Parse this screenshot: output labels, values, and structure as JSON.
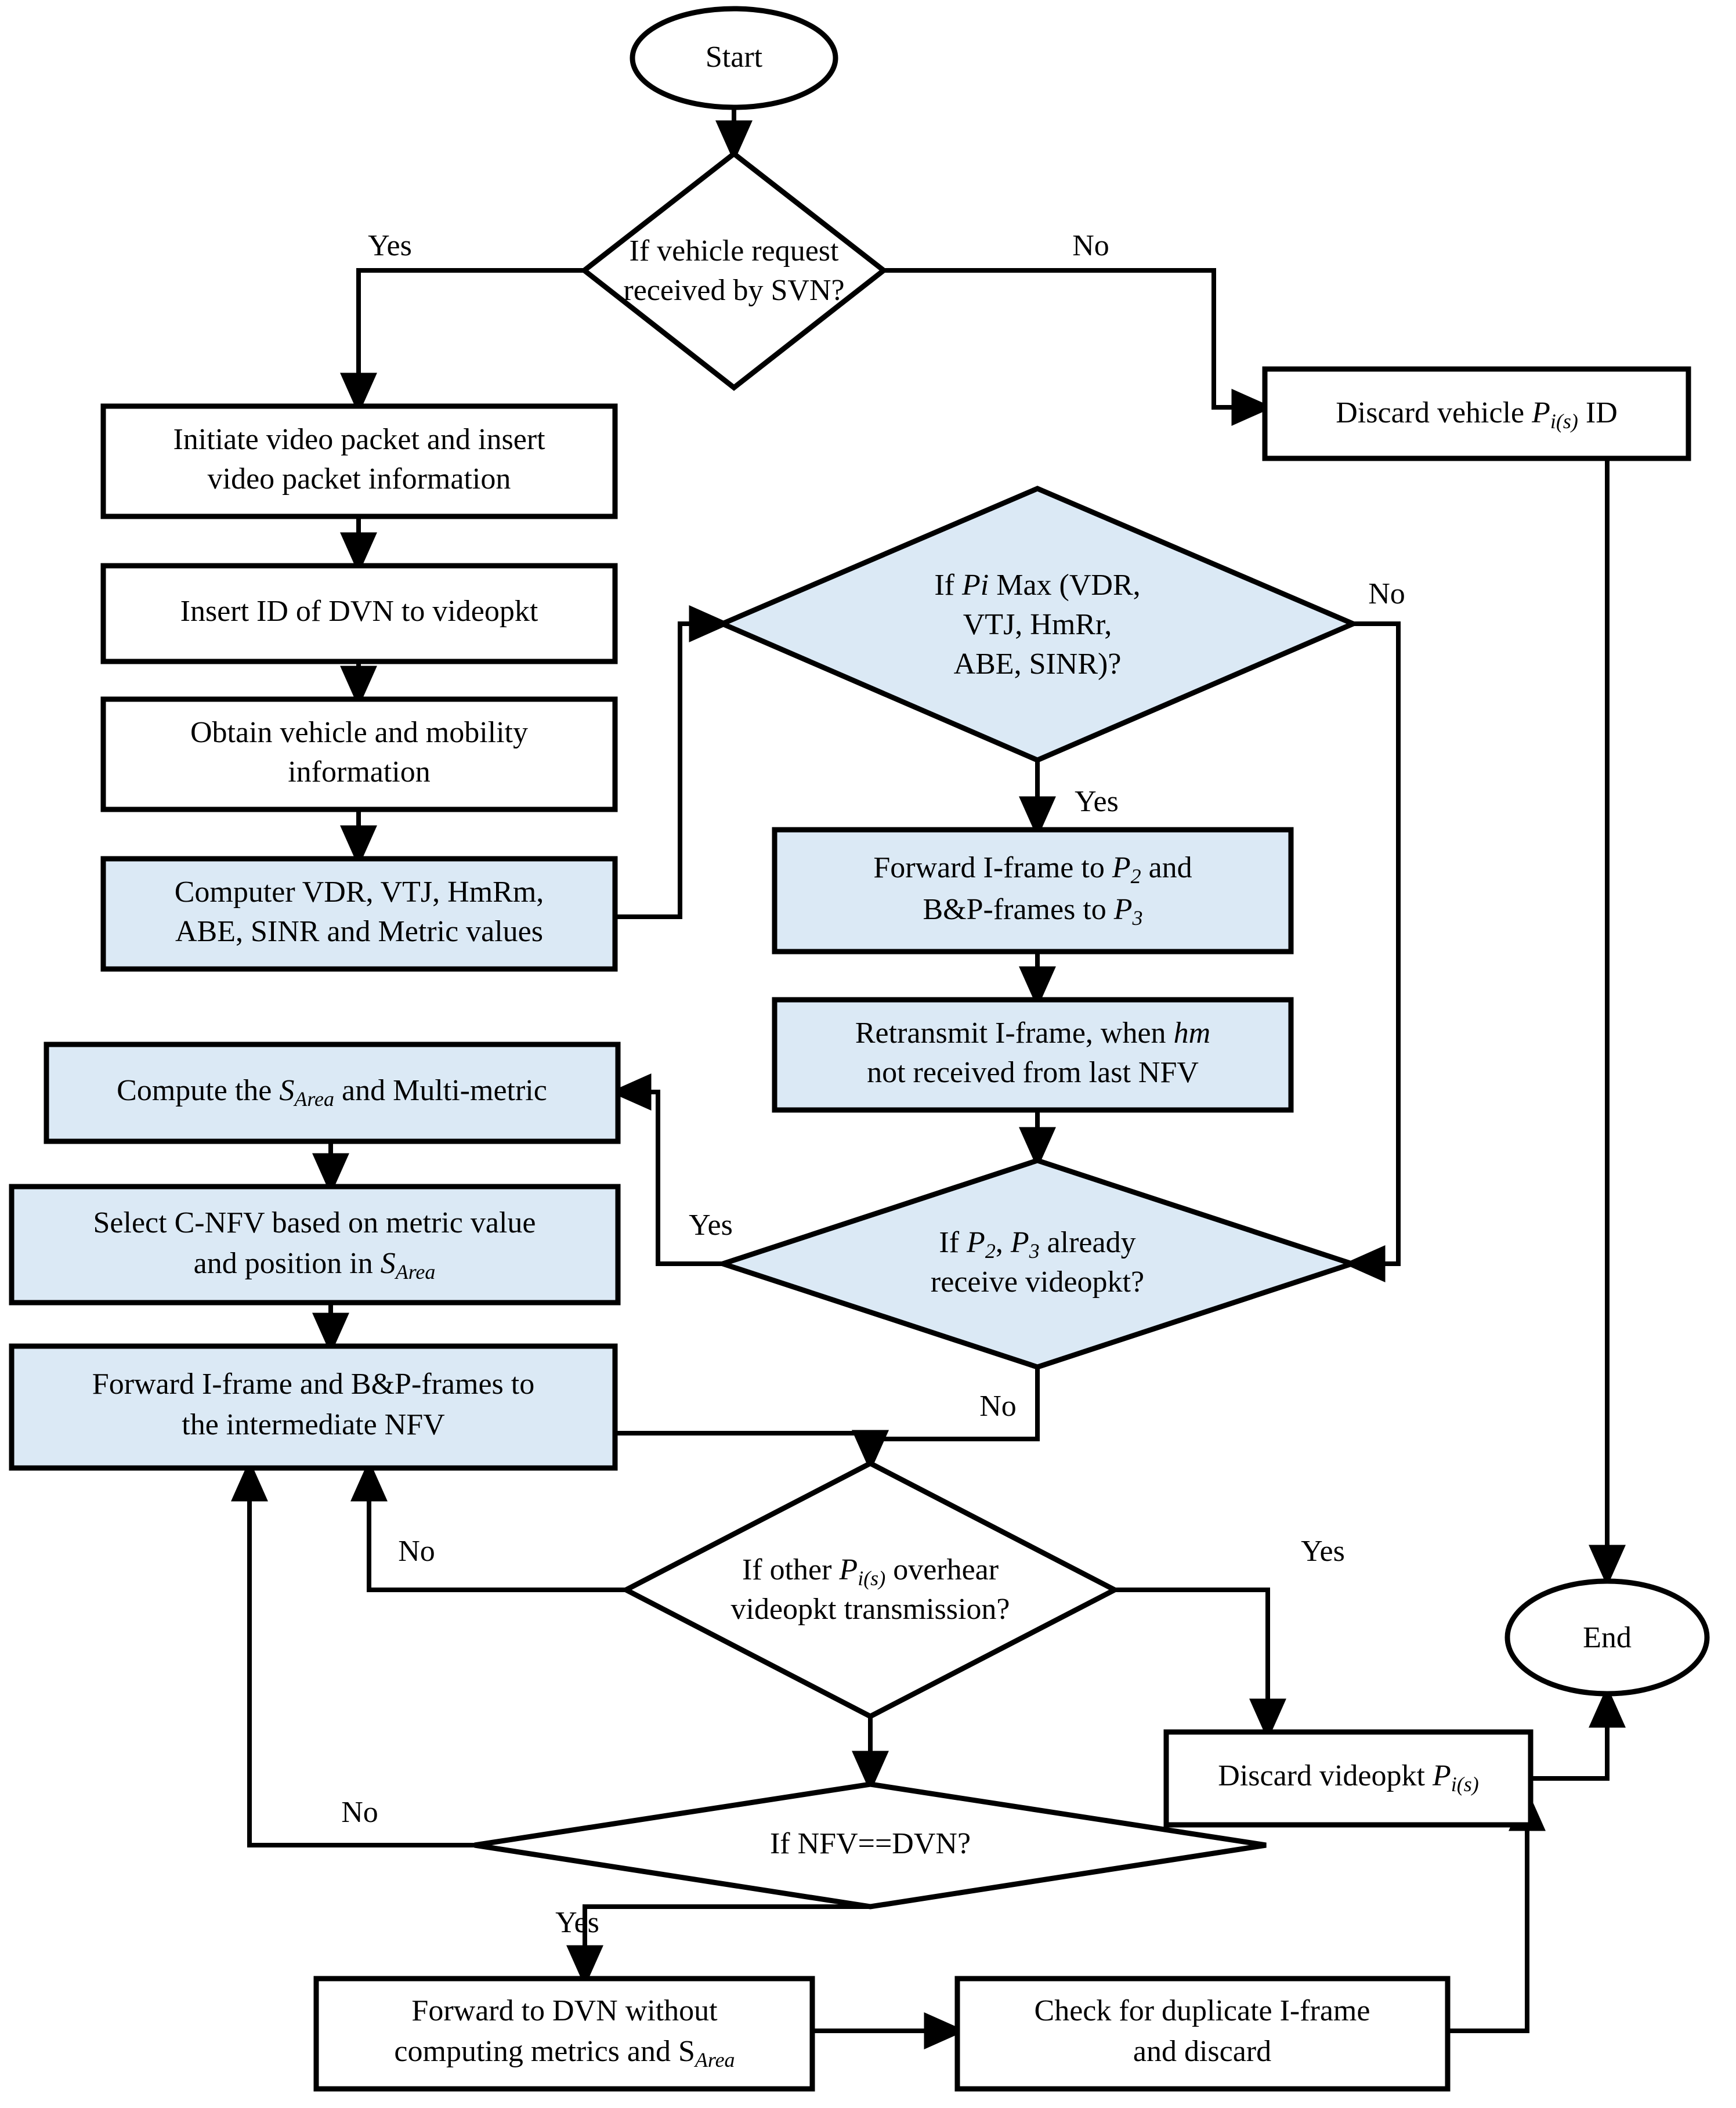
{
  "diagram": {
    "title": "Video packet forwarding flowchart",
    "colors": {
      "process_fill": "#FFFFFF",
      "highlight_fill": "#DBE9F5",
      "stroke": "#000000",
      "background": "#FFFFFF"
    },
    "nodes": {
      "start": {
        "type": "terminator",
        "label": "Start"
      },
      "d_request": {
        "type": "decision",
        "line1": "If vehicle request",
        "line2": "received by SVN?"
      },
      "discard_id": {
        "type": "process",
        "line1_a": "Discard vehicle ",
        "line1_i": "P",
        "line1_sub": "i(s)",
        "line1_b": " ID"
      },
      "initiate": {
        "type": "process",
        "line1": "Initiate video packet and insert",
        "line2": "video packet information"
      },
      "insert_id": {
        "type": "process",
        "line1": "Insert ID of DVN to videopkt"
      },
      "obtain": {
        "type": "process",
        "line1": "Obtain vehicle and mobility",
        "line2": "information"
      },
      "computer_metrics": {
        "type": "process",
        "highlight": true,
        "line1": "Computer VDR, VTJ, HmRm,",
        "line2": "ABE, SINR and Metric values"
      },
      "d_pimax": {
        "type": "decision",
        "highlight": true,
        "line1_a": "If ",
        "line1_i": "Pi",
        "line1_b": " Max (VDR,",
        "line2": "VTJ, HmRr,",
        "line3": "ABE, SINR)?"
      },
      "forward_frames_p2": {
        "type": "process",
        "highlight": true,
        "line1_a": "Forward I-frame to ",
        "line1_i": "P",
        "line1_sub": "2",
        "line1_b": " and",
        "line2_a": "B&P-frames to ",
        "line2_i": "P",
        "line2_sub": "3"
      },
      "retransmit": {
        "type": "process",
        "highlight": true,
        "line1_a": "Retransmit I-frame, when ",
        "line1_i": "hm",
        "line2": "not received from last NFV"
      },
      "d_p2p3": {
        "type": "decision",
        "highlight": true,
        "line1_a": "If ",
        "line1_i1": "P",
        "line1_s1": "2",
        "line1_mid": ",  ",
        "line1_i2": "P",
        "line1_s2": "3",
        "line1_b": " already",
        "line2": "receive videopkt?"
      },
      "compute_sarea": {
        "type": "process",
        "highlight": true,
        "line1_a": "Compute the ",
        "line1_i": "S",
        "line1_sub": "Area",
        "line1_b": " and Multi-metric"
      },
      "select_cnfv": {
        "type": "process",
        "highlight": true,
        "line1": "Select C-NFV based on metric value",
        "line2_a": "and position in ",
        "line2_i": "S",
        "line2_sub": "Area"
      },
      "forward_intermediate": {
        "type": "process",
        "highlight": true,
        "line1": "Forward I-frame and B&P-frames to",
        "line2": "the intermediate NFV"
      },
      "d_overhear": {
        "type": "decision",
        "line1_a": "If other ",
        "line1_i": "P",
        "line1_sub": "i(s)",
        "line1_b": " overhear",
        "line2": "videopkt transmission?"
      },
      "discard_videopkt": {
        "type": "process",
        "line1_a": "Discard videopkt ",
        "line1_i": "P",
        "line1_sub": "i(s)"
      },
      "d_nfvdvn": {
        "type": "decision",
        "line1": "If NFV==DVN?"
      },
      "forward_dvn": {
        "type": "process",
        "line1": "Forward to DVN without",
        "line2_a": "computing metrics and S",
        "line2_sub": "Area"
      },
      "check_duplicate": {
        "type": "process",
        "line1": "Check for duplicate I-frame",
        "line2": "and discard"
      },
      "end": {
        "type": "terminator",
        "label": "End"
      }
    },
    "edge_labels": {
      "request_yes": "Yes",
      "request_no": "No",
      "pimax_no": "No",
      "pimax_yes": "Yes",
      "p2p3_yes": "Yes",
      "p2p3_no": "No",
      "overhear_no": "No",
      "overhear_yes": "Yes",
      "nfvdvn_no": "No",
      "nfvdvn_yes": "Yes"
    }
  }
}
